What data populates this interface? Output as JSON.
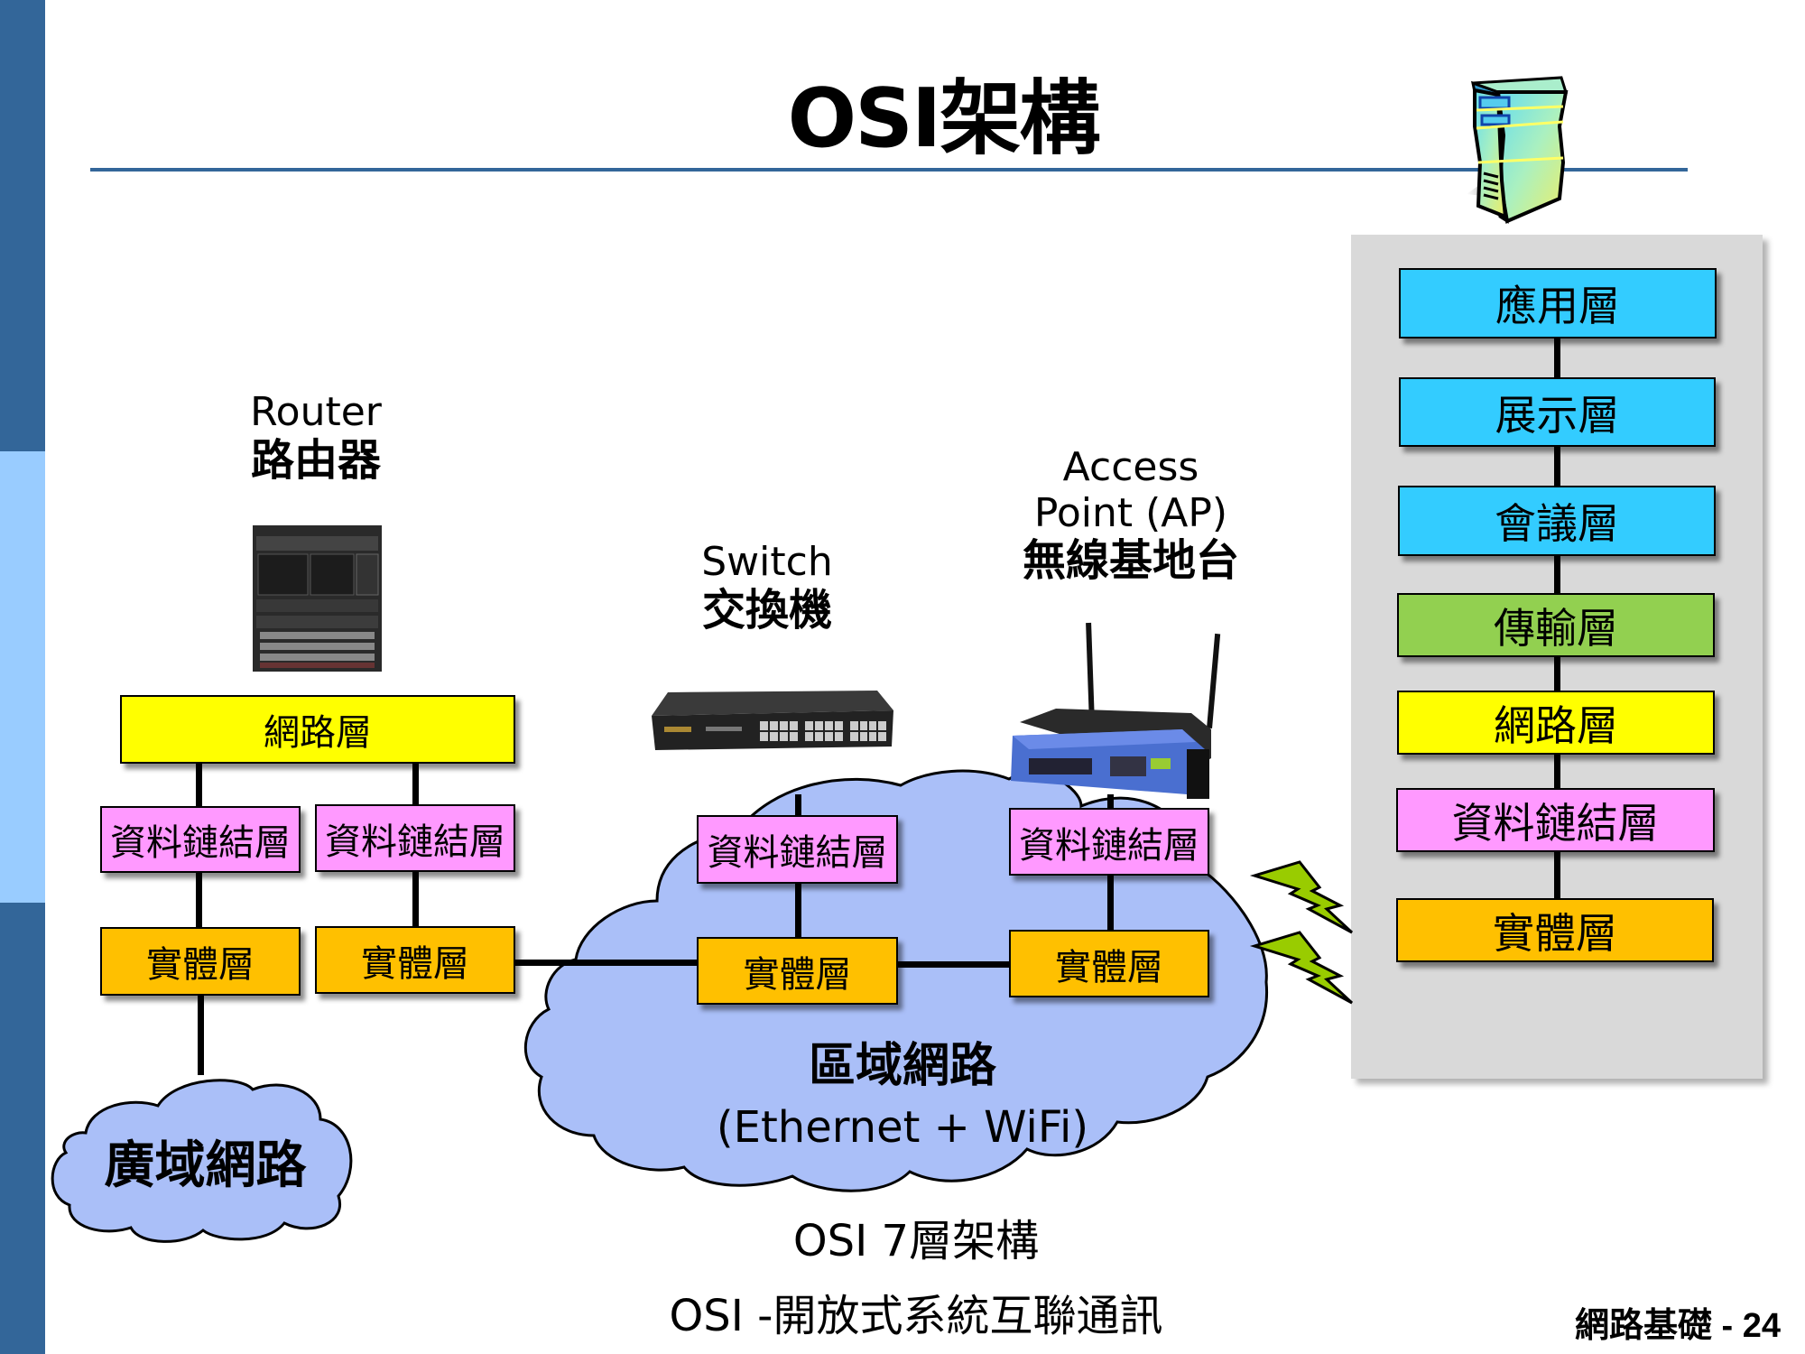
{
  "slide": {
    "title": "OSI架構",
    "footer": "網路基礎 - 24",
    "sidebar_colors": [
      "#336699",
      "#99ccff",
      "#336699"
    ],
    "accent_color": "#336699"
  },
  "devices": {
    "router": {
      "name_en": "Router",
      "name_zh": "路由器",
      "icon": "router-chassis-icon"
    },
    "switch": {
      "name_en": "Switch",
      "name_zh": "交換機",
      "icon": "network-switch-icon"
    },
    "access_point": {
      "name_en_line1": "Access",
      "name_en_line2": "Point (AP)",
      "name_zh": "無線基地台",
      "icon": "wireless-router-icon"
    }
  },
  "router_layers": {
    "network": "網路層",
    "datalink_left": "資料鏈結層",
    "datalink_right": "資料鏈結層",
    "physical_left": "實體層",
    "physical_right": "實體層"
  },
  "switch_layers": {
    "datalink": "資料鏈結層",
    "physical": "實體層"
  },
  "ap_layers": {
    "datalink": "資料鏈結層",
    "physical": "實體層"
  },
  "clouds": {
    "wan": {
      "label": "廣域網路"
    },
    "lan": {
      "label": "區域網路",
      "sublabel": "(Ethernet + WiFi)"
    }
  },
  "osi_stack": {
    "icon": "server-tower-icon",
    "layers": [
      {
        "name": "應用層",
        "color": "#33ccff"
      },
      {
        "name": "展示層",
        "color": "#33ccff"
      },
      {
        "name": "會議層",
        "color": "#33ccff"
      },
      {
        "name": "傳輸層",
        "color": "#92d050"
      },
      {
        "name": "網路層",
        "color": "#ffff00"
      },
      {
        "name": "資料鏈結層",
        "color": "#ff99ff"
      },
      {
        "name": "實體層",
        "color": "#ffc000"
      }
    ]
  },
  "captions": {
    "line1": "OSI 7層架構",
    "line2": "OSI -開放式系統互聯通訊"
  }
}
